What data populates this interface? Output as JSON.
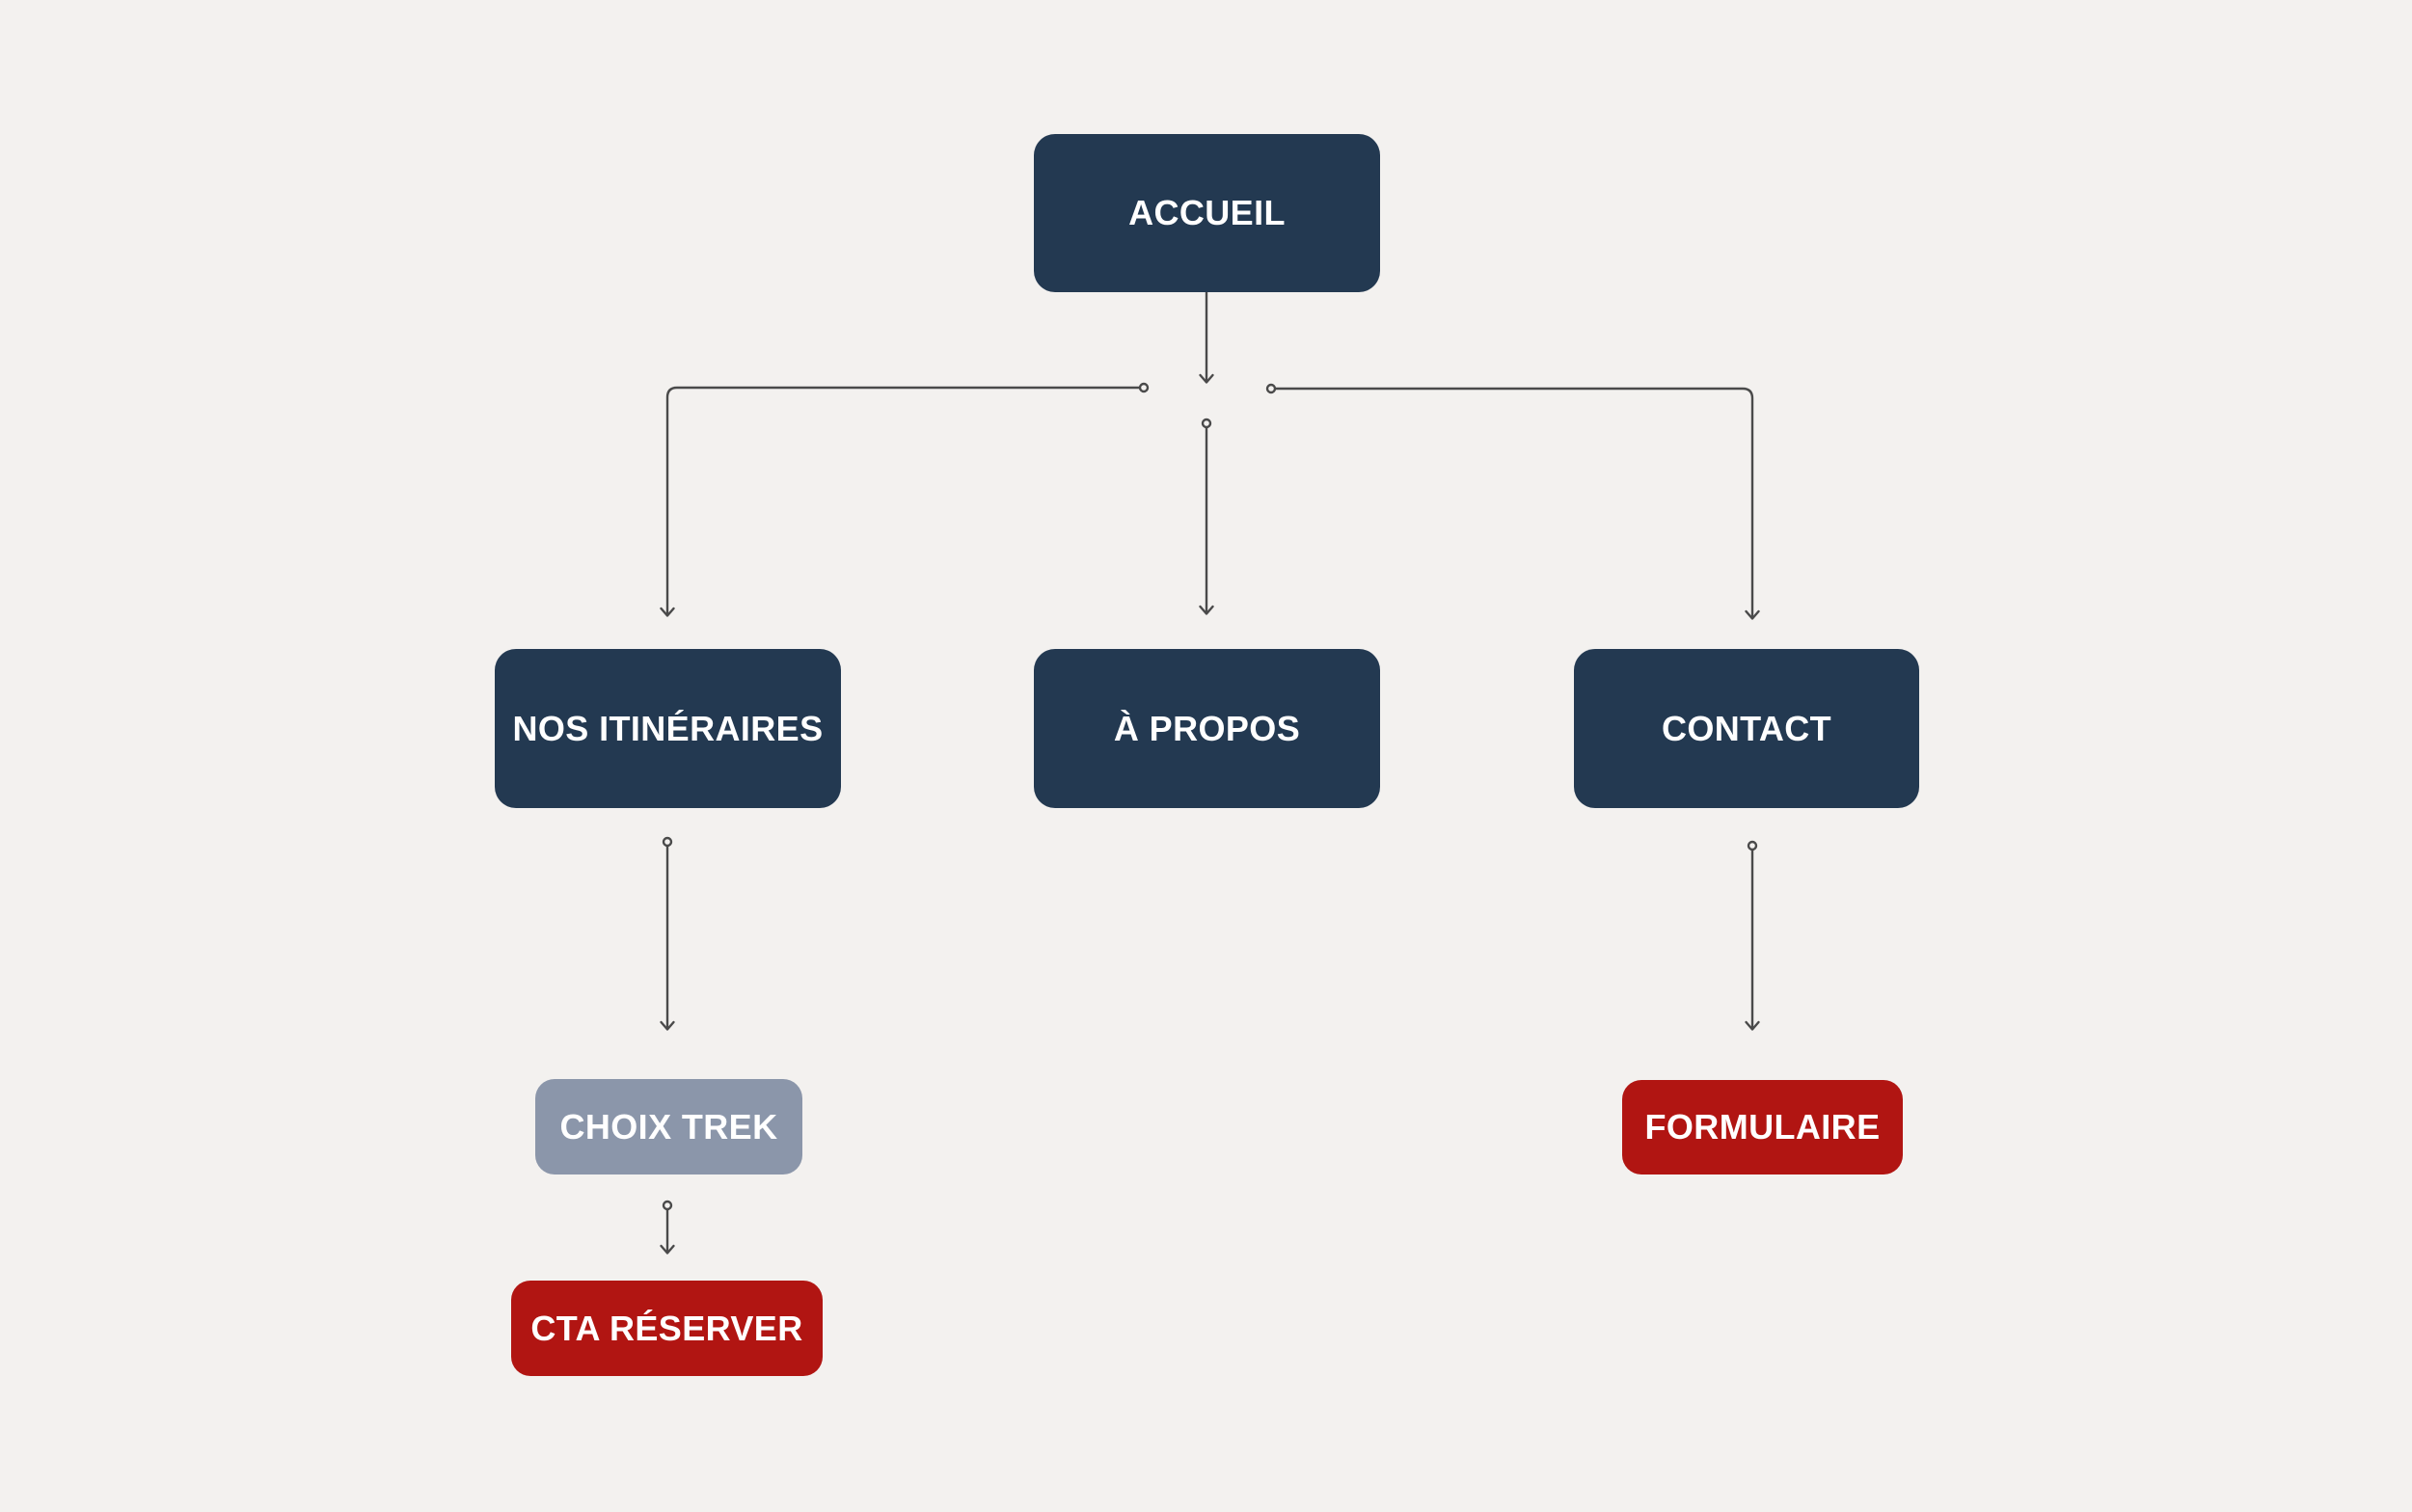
{
  "diagram": {
    "type": "sitemap-flowchart",
    "colors": {
      "background": "#f3f1ef",
      "connector": "#4a4a4a",
      "primary_node": "#233951",
      "secondary_node": "#8b96aa",
      "accent_node": "#b11512",
      "node_text": "#ffffff",
      "anchor_dot": "#3f5269"
    },
    "nodes": {
      "accueil": {
        "label": "ACCUEIL",
        "level": 1,
        "color": "#233951"
      },
      "nos_itineraires": {
        "label": "NOS ITINÉRAIRES",
        "level": 2,
        "color": "#233951"
      },
      "a_propos": {
        "label": "À PROPOS",
        "level": 2,
        "color": "#233951"
      },
      "contact": {
        "label": "CONTACT",
        "level": 2,
        "color": "#233951"
      },
      "choix_trek": {
        "label": "CHOIX TREK",
        "level": 3,
        "color": "#8b96aa"
      },
      "formulaire": {
        "label": "FORMULAIRE",
        "level": 3,
        "color": "#b11512"
      },
      "cta_reserver": {
        "label": "CTA RÉSERVER",
        "level": 4,
        "color": "#b11512"
      }
    },
    "edges": [
      {
        "from": "ACCUEIL",
        "to": "NOS ITINÉRAIRES"
      },
      {
        "from": "ACCUEIL",
        "to": "À PROPOS"
      },
      {
        "from": "ACCUEIL",
        "to": "CONTACT"
      },
      {
        "from": "NOS ITINÉRAIRES",
        "to": "CHOIX TREK"
      },
      {
        "from": "CHOIX TREK",
        "to": "CTA RÉSERVER"
      },
      {
        "from": "CONTACT",
        "to": "FORMULAIRE"
      }
    ]
  }
}
